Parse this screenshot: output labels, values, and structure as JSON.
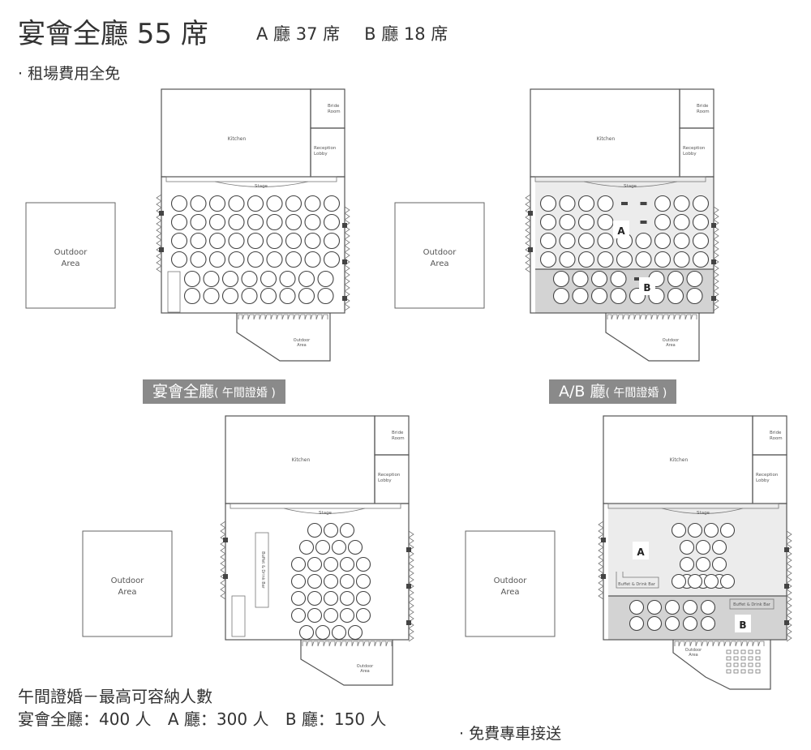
{
  "header": {
    "title": "宴會全廳 55 席",
    "hall_a": "A 廳 37 席",
    "hall_b": "B 廳 18 席"
  },
  "notes": {
    "free_rental": "· 租場費用全免",
    "free_shuttle": "· 免費專車接送"
  },
  "captions": {
    "full_hall_main": "宴會全廳",
    "full_hall_sub": "( 午間證婚 )",
    "ab_hall_main": "A/B 廳",
    "ab_hall_sub": "( 午間證婚 )"
  },
  "plan_labels": {
    "kitchen": "Kitchen",
    "bride_line1": "Bride",
    "bride_line2": "Room",
    "reception_line1": "Reception",
    "reception_line2": "Lobby",
    "stage": "Stage",
    "outdoor_line1": "Outdoor",
    "outdoor_line2": "Area",
    "hall_a": "A",
    "hall_b": "B",
    "buffet_bar": "Buffet & Drink Bar"
  },
  "capacity": {
    "heading": "午間證婚－最高可容納人數",
    "full_hall": "宴會全廳：400 人",
    "hall_a": "A 廳：300 人",
    "hall_b": "B 廳：150 人"
  },
  "colors": {
    "caption_bg": "#8a8a8a",
    "hall_a_fill": "#ececec",
    "hall_b_fill": "#d3d3d3"
  }
}
